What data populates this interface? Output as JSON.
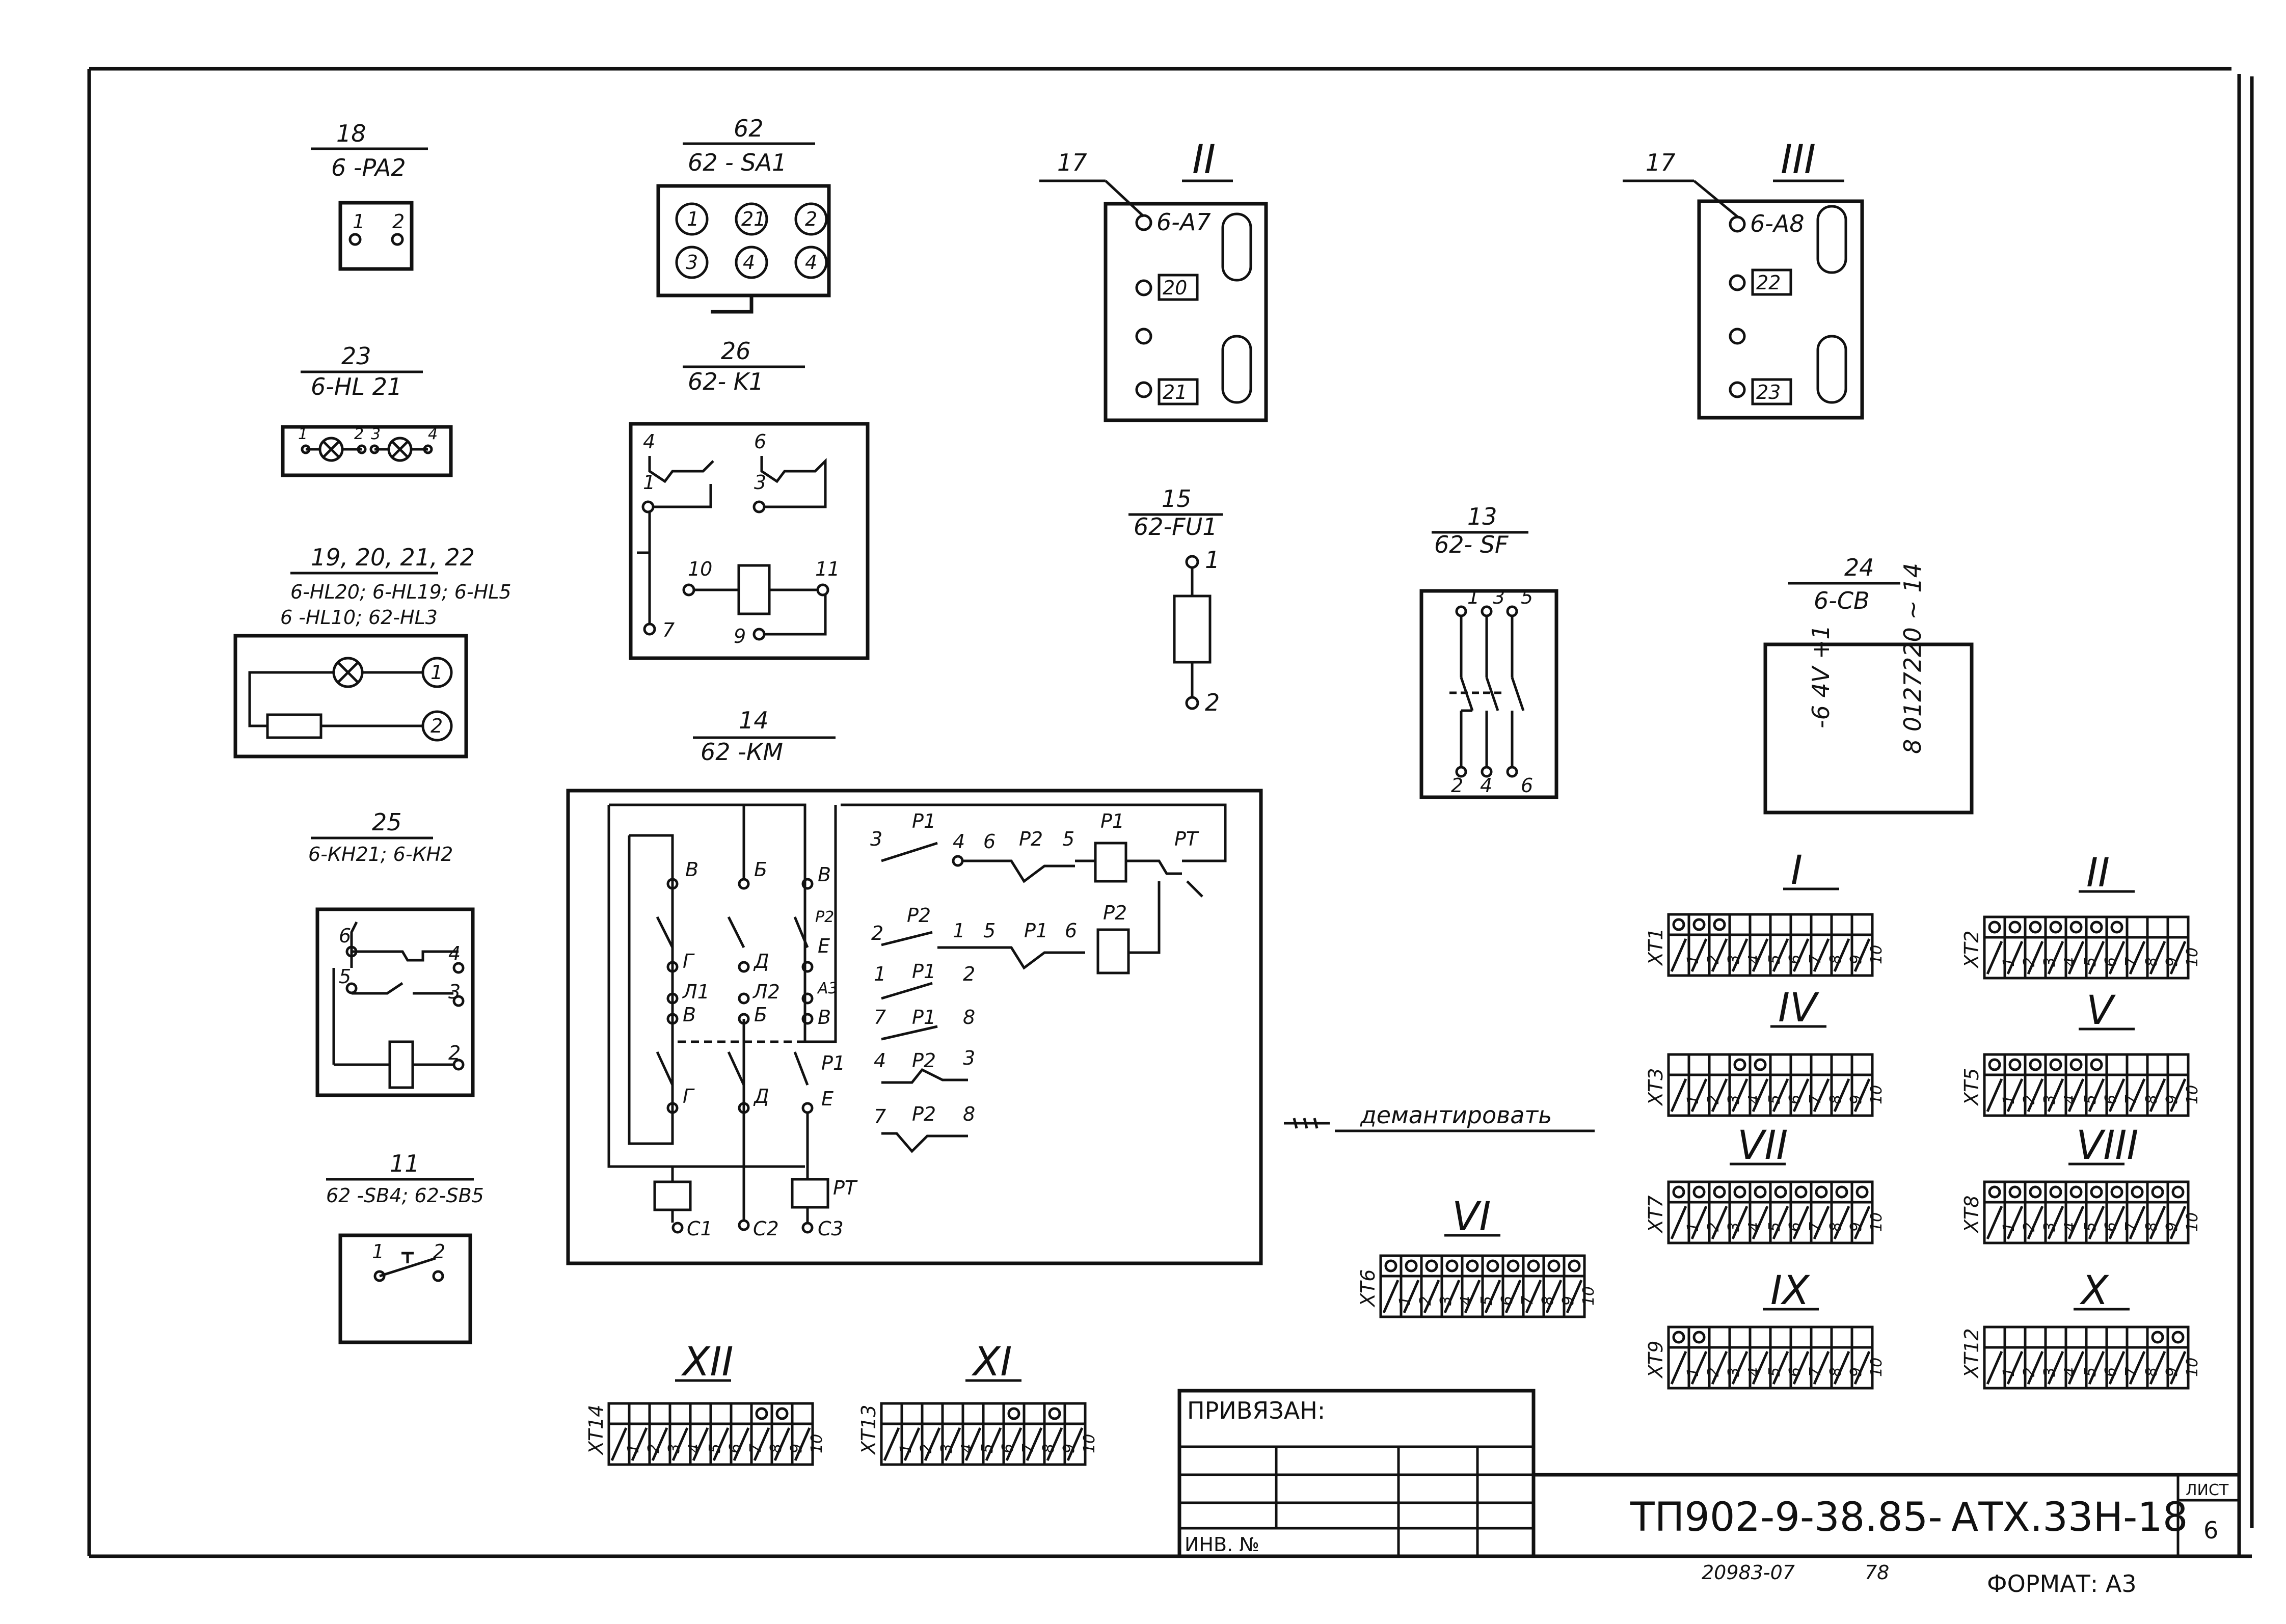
{
  "devices": {
    "d18": {
      "num": "18",
      "code": "6 -PA2",
      "pins": [
        "1",
        "2"
      ]
    },
    "d62": {
      "num": "62",
      "code": "62 - SA1",
      "pins": [
        "1",
        "21",
        "2",
        "3",
        "4",
        "4"
      ]
    },
    "d17a": {
      "num": "17",
      "roman": "II",
      "pos1": "6-A7",
      "pos2": "20",
      "pos3": "21"
    },
    "d17b": {
      "num": "17",
      "roman": "III",
      "pos1": "6-A8",
      "pos2": "22",
      "pos3": "23"
    },
    "d23": {
      "num": "23",
      "code": "6-HL 21",
      "pins": [
        "1",
        "2",
        "3",
        "4"
      ]
    },
    "d26": {
      "num": "26",
      "code": "62- K1",
      "pins": [
        "4",
        "6",
        "1",
        "3",
        "10",
        "11",
        "7",
        "9"
      ]
    },
    "d15": {
      "num": "15",
      "code": "62-FU1",
      "pins": [
        "1",
        "2"
      ]
    },
    "d13": {
      "num": "13",
      "code": "62- SF",
      "pins": [
        "1",
        "3",
        "5",
        "2",
        "4",
        "6"
      ]
    },
    "d24": {
      "num": "24",
      "code": "6-СВ",
      "left_text": "-6 4V +1",
      "right_text": "8 0127220 ~ 14"
    },
    "d19": {
      "num": "19, 20, 21, 22",
      "line1": "6-HL20; 6-HL19; 6-HL5",
      "line2": "6 -HL10; 62-HL3",
      "pins": [
        "1",
        "2"
      ]
    },
    "d25": {
      "num": "25",
      "code": "6-КН21; 6-КН2",
      "pins": [
        "6",
        "4",
        "5",
        "3",
        "2"
      ]
    },
    "d14": {
      "num": "14",
      "code": "62 -КМ",
      "left_labels": [
        "В",
        "Б",
        "В",
        "Р2",
        "Е",
        "Г",
        "Д",
        "Л1",
        "Л2",
        "А3",
        "В",
        "Б",
        "В",
        "Р1",
        "Г",
        "Д",
        "Е",
        "С1",
        "С2",
        "С3",
        "РТ"
      ],
      "right_labels": [
        "3",
        "Р1",
        "4",
        "6",
        "Р2",
        "5",
        "Р1",
        "РТ",
        "2",
        "Р2",
        "1",
        "5",
        "Р1",
        "6",
        "Р2",
        "1",
        "Р1",
        "2",
        "7",
        "Р1",
        "8",
        "4",
        "Р2",
        "3",
        "7",
        "Р2",
        "8"
      ]
    },
    "d11": {
      "num": "11",
      "code": "62 -SB4; 62-SB5",
      "pins": [
        "1",
        "2"
      ]
    }
  },
  "demount_note": "демантировать",
  "terminal_blocks": [
    {
      "roman": "I",
      "name": "XT1",
      "count": 10,
      "dots": [
        1,
        2,
        3
      ]
    },
    {
      "roman": "II",
      "name": "XT2",
      "count": 10,
      "dots": [
        1,
        2,
        3,
        4,
        5,
        6,
        7
      ]
    },
    {
      "roman": "IV",
      "name": "XT3",
      "count": 10,
      "dots": [
        4,
        5
      ]
    },
    {
      "roman": "V",
      "name": "XT5",
      "count": 10,
      "dots": [
        1,
        2,
        3,
        4,
        5,
        6
      ]
    },
    {
      "roman": "VII",
      "name": "XT7",
      "count": 10,
      "dots": [
        1,
        2,
        3,
        4,
        5,
        6,
        7,
        8,
        9,
        10
      ]
    },
    {
      "roman": "VIII",
      "name": "XT8",
      "count": 10,
      "dots": [
        1,
        2,
        3,
        4,
        5,
        6,
        7,
        8,
        9,
        10
      ]
    },
    {
      "roman": "IX",
      "name": "XT9",
      "count": 10,
      "dots": [
        1,
        2
      ]
    },
    {
      "roman": "X",
      "name": "XT12",
      "count": 10,
      "dots": [
        9,
        10
      ]
    },
    {
      "roman": "VI",
      "name": "XT6",
      "count": 10,
      "dots": [
        1,
        2,
        3,
        4,
        5,
        6,
        7,
        8,
        9,
        10
      ]
    },
    {
      "roman": "XII",
      "name": "XT14",
      "count": 10,
      "dots": [
        8,
        9
      ]
    },
    {
      "roman": "XI",
      "name": "XT13",
      "count": 10,
      "dots": [
        7,
        9
      ]
    }
  ],
  "title_block": {
    "privyazan": "ПРИВЯЗАН:",
    "inv_no": "ИНВ. №",
    "doc_code": "ТП902-9-38.85-",
    "doc_code2": "АТХ.33Н-18",
    "sheet_label": "ЛИСТ",
    "sheet_no": "6",
    "archive": "20983-07",
    "archive2": "78",
    "format": "ФОРМАТ: А3"
  }
}
